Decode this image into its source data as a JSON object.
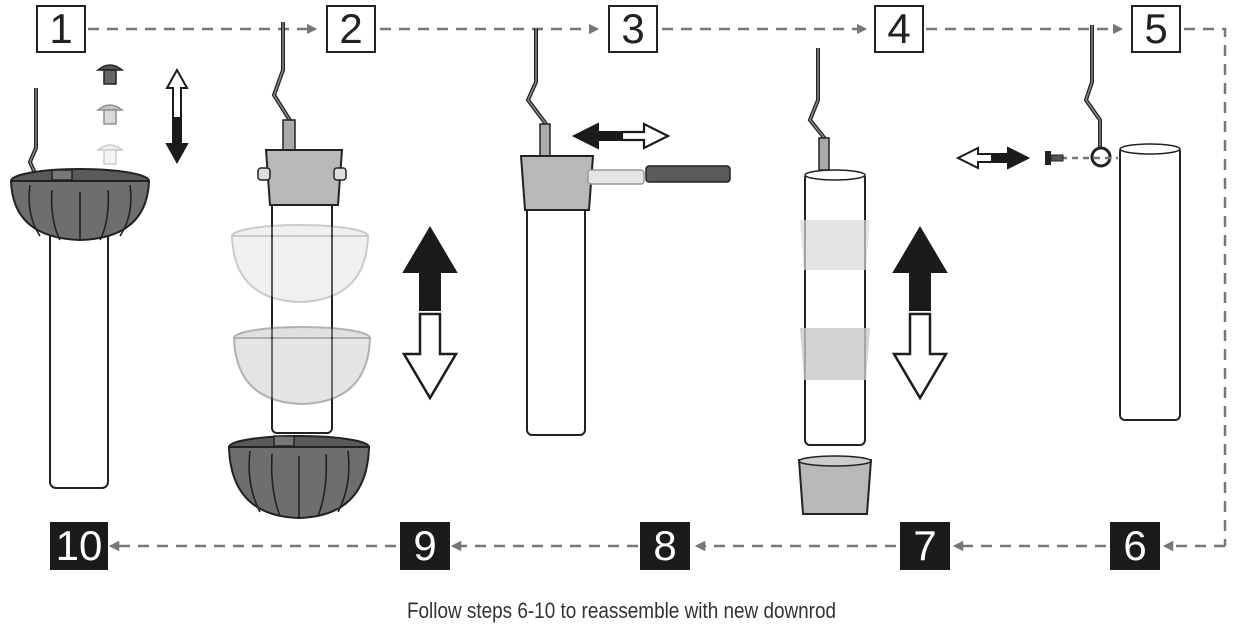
{
  "steps_disassemble": [
    {
      "number": "1"
    },
    {
      "number": "2"
    },
    {
      "number": "3"
    },
    {
      "number": "4"
    },
    {
      "number": "5"
    }
  ],
  "steps_reassemble": [
    {
      "number": "6"
    },
    {
      "number": "7"
    },
    {
      "number": "8"
    },
    {
      "number": "9"
    },
    {
      "number": "10"
    }
  ],
  "caption": "Follow steps 6-10 to reassemble with new downrod",
  "colors": {
    "outline": "#222222",
    "canopy_fill": "#6e6e6e",
    "collar_fill": "#b8b8b8",
    "ghost_fill": "#d8d8d8",
    "arrow_dark": "#1b1b1b",
    "dashed_line": "#777777"
  }
}
